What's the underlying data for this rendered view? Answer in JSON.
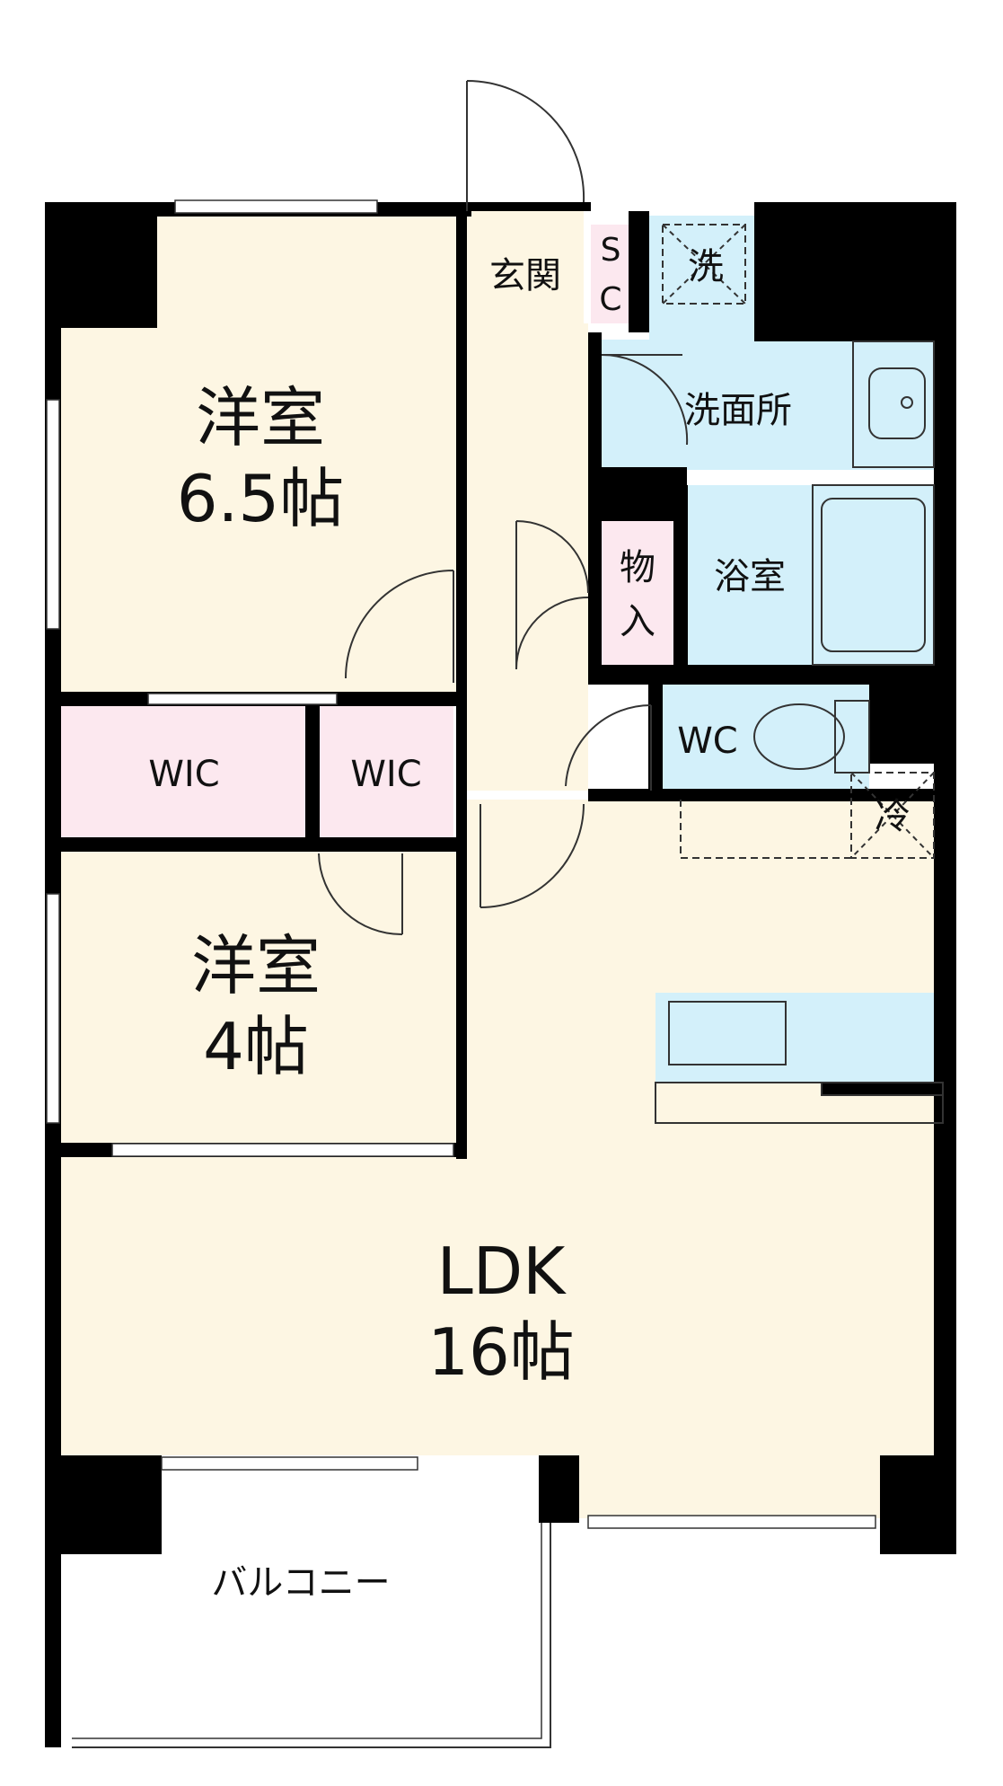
{
  "rooms": {
    "western_room_1": {
      "name": "洋室",
      "size": "6.5帖"
    },
    "western_room_2": {
      "name": "洋室",
      "size": "4帖"
    },
    "ldk": {
      "name": "LDK",
      "size": "16帖"
    },
    "wic_1": "WIC",
    "wic_2": "WIC",
    "entrance": "玄関",
    "shoe_closet": {
      "line1": "S",
      "line2": "C"
    },
    "washer_space": "洗",
    "washroom": "洗面所",
    "storage": {
      "line1": "物",
      "line2": "入"
    },
    "bathroom": "浴室",
    "toilet": "WC",
    "fridge_space": "冷",
    "balcony": "バルコニー"
  },
  "colors": {
    "wall": "#000000",
    "room_cream": "#fdf6e3",
    "storage_pink": "#fce8ef",
    "wet_blue": "#d3f0fa",
    "balcony": "#ffffff"
  }
}
